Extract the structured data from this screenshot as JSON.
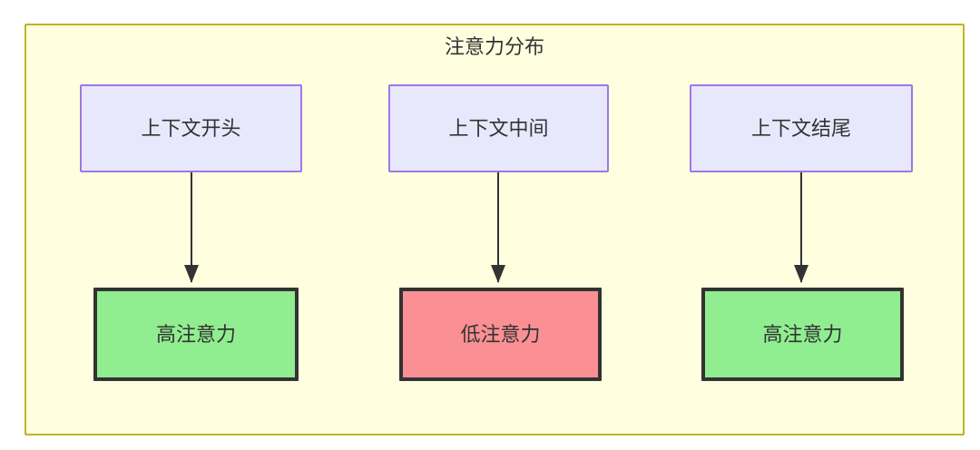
{
  "diagram": {
    "title": "注意力分布",
    "type": "flowchart",
    "direction": "top-down",
    "container": {
      "background_color": "#ffffe0",
      "border_color": "#bdb625"
    },
    "nodes": [
      {
        "id": "context-start",
        "label": "上下文开头",
        "row": "top",
        "fill_color": "#e8e8fc",
        "border_color": "#9f76e8",
        "text_color": "#333333"
      },
      {
        "id": "context-middle",
        "label": "上下文中间",
        "row": "top",
        "fill_color": "#e8e8fc",
        "border_color": "#9f76e8",
        "text_color": "#333333"
      },
      {
        "id": "context-end",
        "label": "上下文结尾",
        "row": "top",
        "fill_color": "#e8e8fc",
        "border_color": "#9f76e8",
        "text_color": "#333333"
      },
      {
        "id": "attention-start",
        "label": "高注意力",
        "row": "bottom",
        "fill_color": "#90ee90",
        "border_color": "#333333",
        "text_color": "#333333"
      },
      {
        "id": "attention-middle",
        "label": "低注意力",
        "row": "bottom",
        "fill_color": "#fa9094",
        "border_color": "#333333",
        "text_color": "#333333"
      },
      {
        "id": "attention-end",
        "label": "高注意力",
        "row": "bottom",
        "fill_color": "#90ee90",
        "border_color": "#333333",
        "text_color": "#333333"
      }
    ],
    "edges": [
      {
        "from": "context-start",
        "to": "attention-start",
        "label": "",
        "color": "#333333"
      },
      {
        "from": "context-middle",
        "to": "attention-middle",
        "label": "",
        "color": "#333333"
      },
      {
        "from": "context-end",
        "to": "attention-end",
        "label": "",
        "color": "#333333"
      }
    ]
  }
}
